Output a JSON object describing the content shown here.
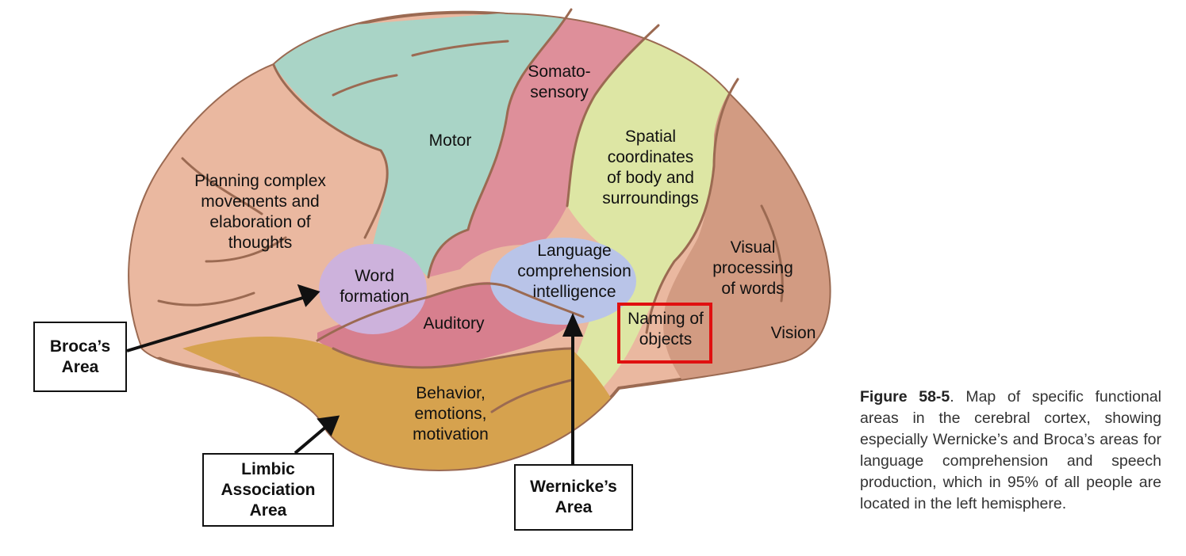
{
  "regions": {
    "somatosensory": "Somato-\nsensory",
    "motor": "Motor",
    "spatial": "Spatial\ncoordinates\nof body and\nsurroundings",
    "planning": "Planning complex\nmovements and\nelaboration of\nthoughts",
    "word_formation": "Word\nformation",
    "language": "Language\ncomprehension\nintelligence",
    "visual_words": "Visual\nprocessing\nof words",
    "auditory": "Auditory",
    "naming": "Naming of\nobjects",
    "vision": "Vision",
    "behavior": "Behavior,\nemotions,\nmotivation"
  },
  "callouts": {
    "broca": "Broca’s\nArea",
    "limbic": "Limbic\nAssociation\nArea",
    "wernicke": "Wernicke’s\nArea"
  },
  "caption": {
    "figure_label": "Figure 58-5",
    "text": ".  Map of specific functional areas in the cerebral cortex, showing especially Wernicke’s and Broca’s areas for language comprehension and speech production, which in 95% of all people are located in the left hemisphere."
  },
  "colors": {
    "frontal": "#eab8a0",
    "motor": "#a9d4c6",
    "somatosensory": "#de8f9a",
    "parietal": "#dde6a4",
    "occipital": "#d29b82",
    "temporal_auditory": "#d77f8e",
    "limbic": "#d6a24e",
    "word_formation": "#cdb2dc",
    "language": "#b9c4e8",
    "outline": "#9b6a52",
    "highlight": "#e01010"
  }
}
